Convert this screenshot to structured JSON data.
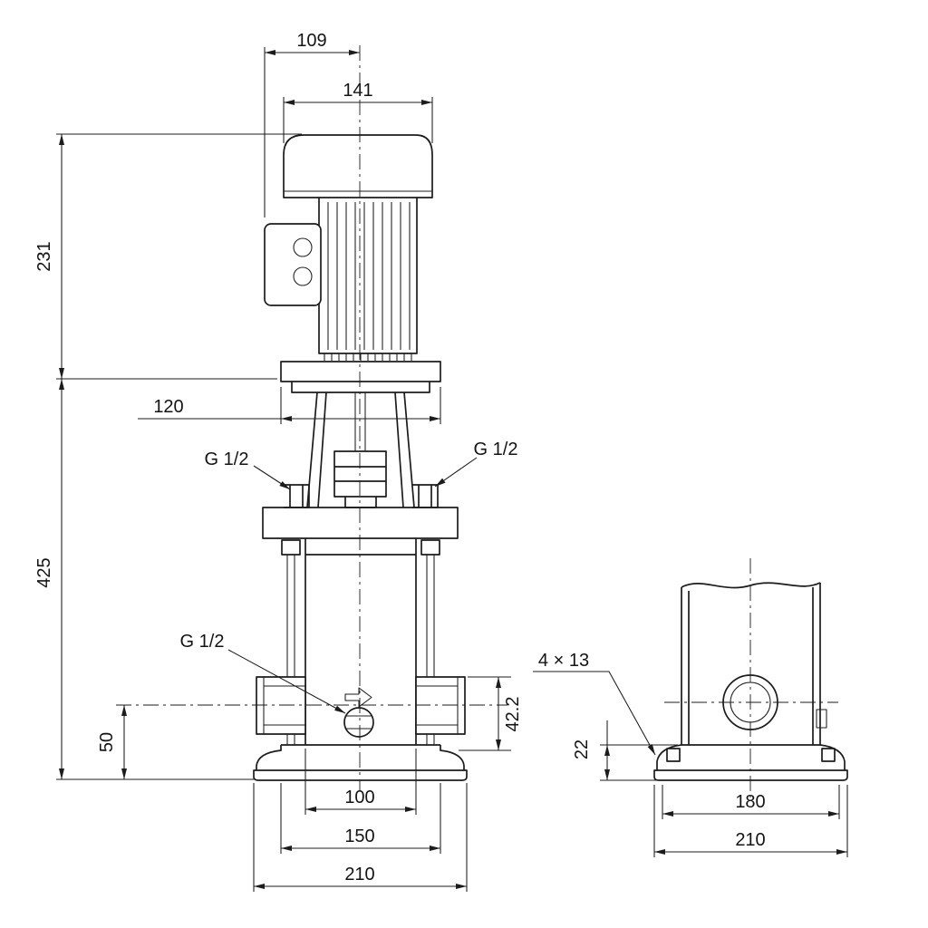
{
  "front_view": {
    "dims": {
      "d109": "109",
      "d141": "141",
      "d231": "231",
      "d120": "120",
      "d425": "425",
      "d42_2": "42.2",
      "d50": "50",
      "d100": "100",
      "d150": "150",
      "d210": "210"
    },
    "labels": {
      "g12_top_left": "G 1/2",
      "g12_top_right": "G 1/2",
      "g12_drain": "G 1/2"
    }
  },
  "side_view": {
    "dims": {
      "bolt_holes": "4 × 13",
      "d22": "22",
      "d180": "180",
      "d210": "210"
    }
  },
  "colors": {
    "line": "#1c1c1c",
    "background": "#ffffff"
  }
}
